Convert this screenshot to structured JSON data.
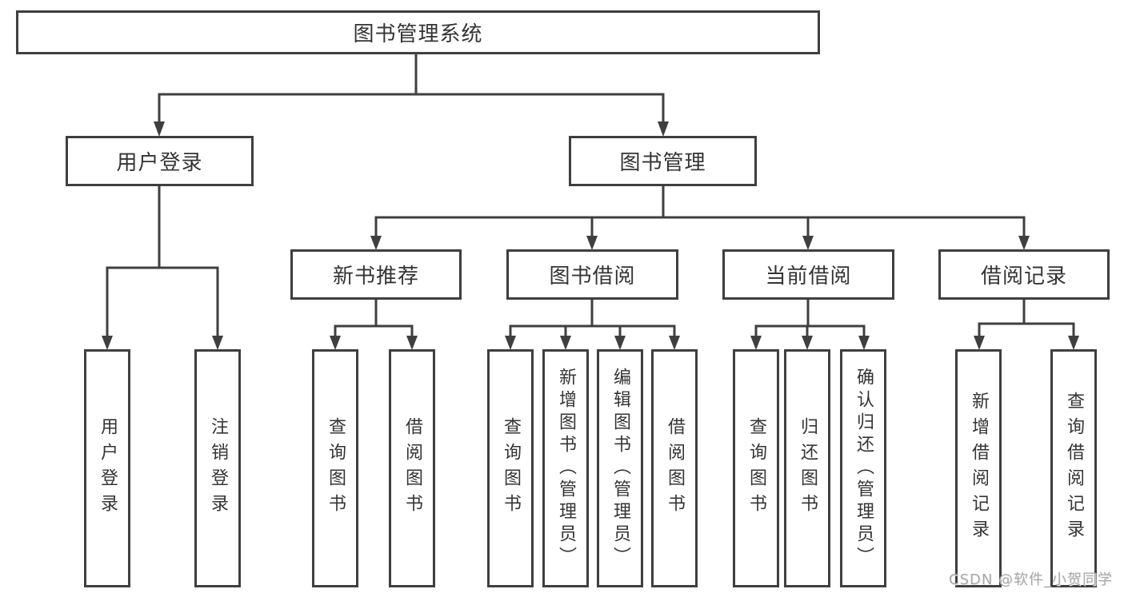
{
  "diagram": {
    "title_node": "图书管理系统",
    "level2": {
      "user_login": "用户登录",
      "book_management": "图书管理"
    },
    "level3": {
      "new_book_recommend": "新书推荐",
      "book_borrowing": "图书借阅",
      "current_borrowing": "当前借阅",
      "borrowing_records": "借阅记录"
    },
    "leaves": {
      "under_user_login": [
        "用户登录",
        "注销登录"
      ],
      "under_new_book_recommend": [
        "查询图书",
        "借阅图书"
      ],
      "under_book_borrowing": [
        "查询图书",
        "新增图书（管理员）",
        "编辑图书（管理员）",
        "借阅图书"
      ],
      "under_current_borrowing": [
        "查询图书",
        "归还图书",
        "确认归还（管理员）"
      ],
      "under_borrowing_records": [
        "新增借阅记录",
        "查询借阅记录"
      ]
    }
  },
  "watermark": {
    "text": "CSDN @软件_小贺同学"
  },
  "colors": {
    "line": "#3f3f3f",
    "node_border": "#3f3f3f",
    "node_text": "#343434",
    "background": "#ffffff",
    "watermark_text": "#a8a8a8"
  }
}
